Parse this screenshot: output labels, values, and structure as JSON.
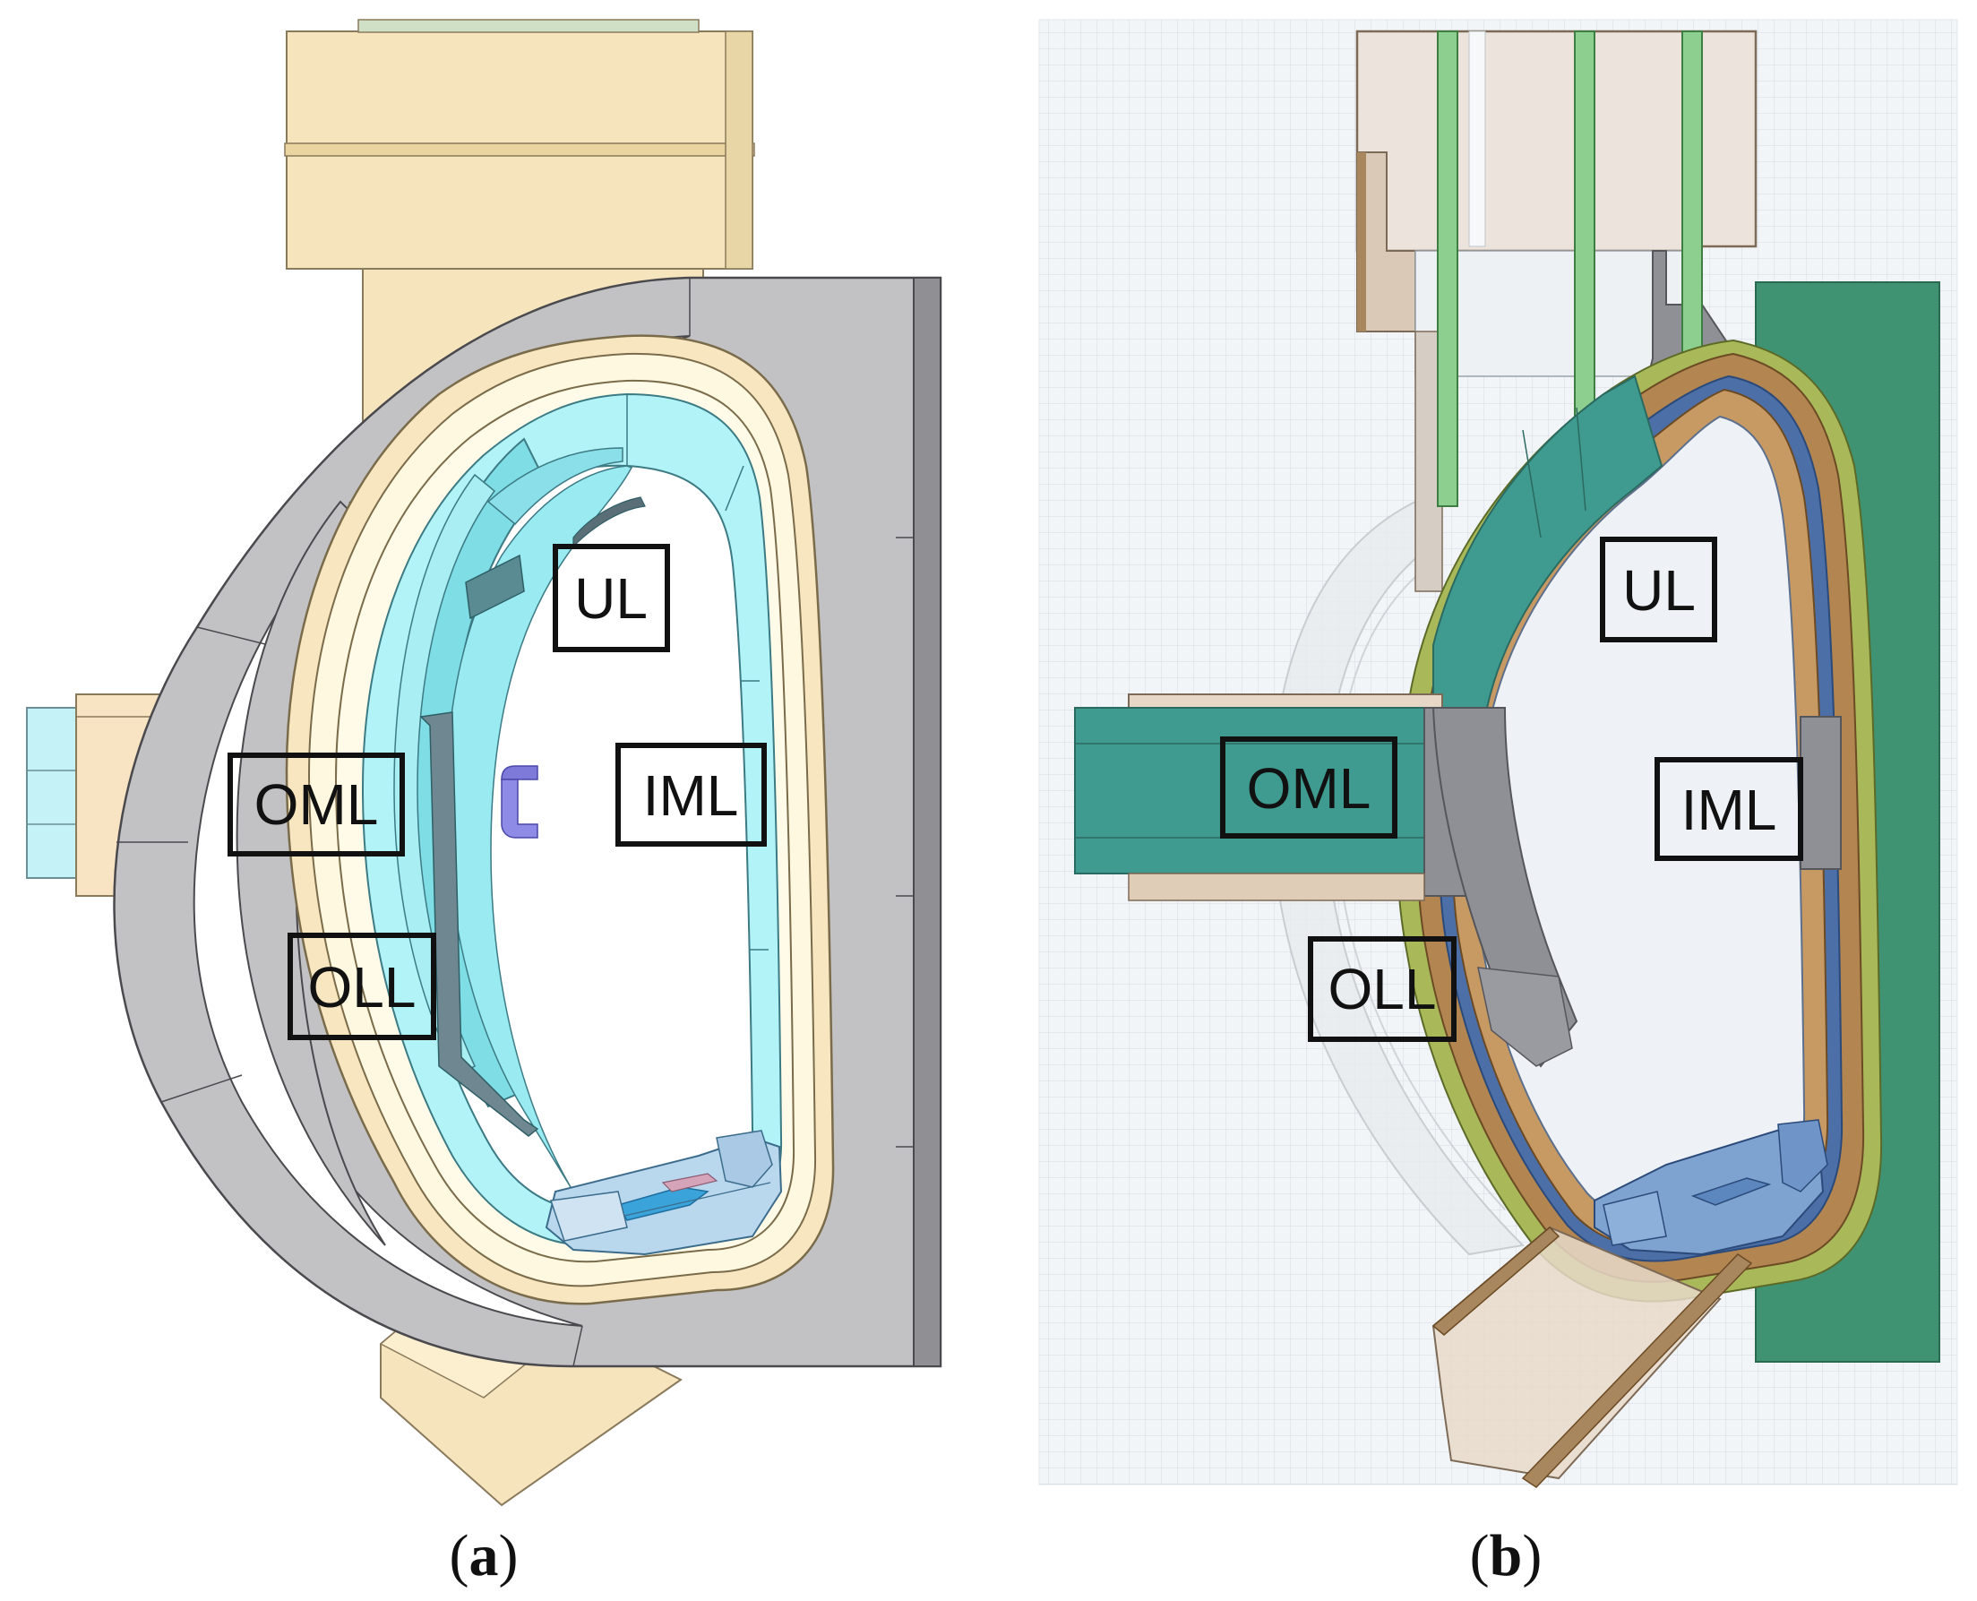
{
  "panel_a": {
    "labels": {
      "ul": "UL",
      "iml": "IML",
      "oml": "OML",
      "oll": "OLL"
    },
    "caption": {
      "open": "(",
      "letter": "a",
      "close": ")"
    }
  },
  "panel_b": {
    "labels": {
      "ul": "UL",
      "iml": "IML",
      "oml": "OML",
      "oll": "OLL"
    },
    "caption": {
      "open": "(",
      "letter": "b",
      "close": ")"
    }
  },
  "colors": {
    "tan": "#f6e4bd",
    "tan_light": "#fcf3d8",
    "cream": "#fefae4",
    "gray": "#bdbdbf",
    "gray_dark": "#8e8e93",
    "cyan": "#a8f1f5",
    "cyan_mid": "#7fdde6",
    "teal": "#3e9a8c",
    "green": "#3a8a66",
    "olive": "#9aa84a",
    "brown": "#a97844",
    "blue": "#4a78b8",
    "grid_bg": "#f1f4f7",
    "grid_line": "#d6dde6"
  }
}
